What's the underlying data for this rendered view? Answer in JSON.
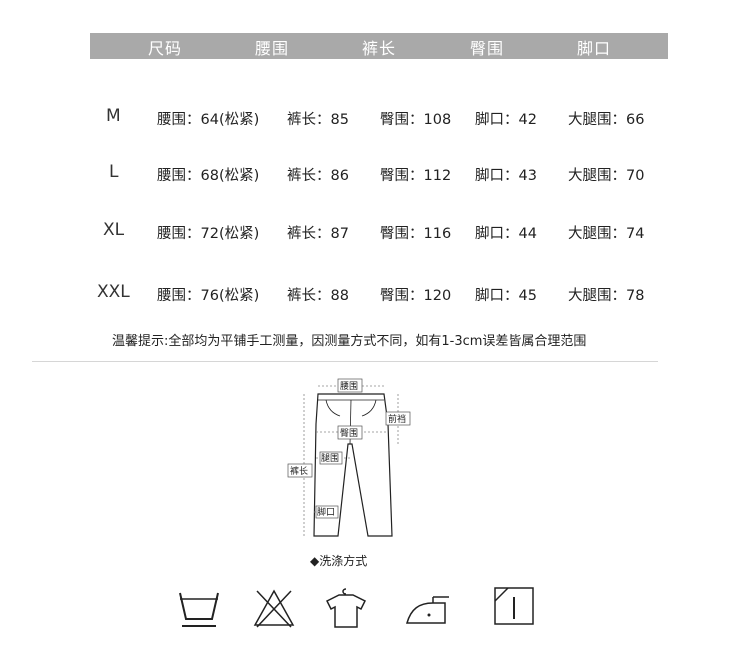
{
  "header": {
    "columns": [
      "尺码",
      "腰围",
      "裤长",
      "臀围",
      "脚口"
    ]
  },
  "rows": [
    {
      "size": "M",
      "waist": "腰围：64(松紧)",
      "length": "裤长：85",
      "hip": "臀围：108",
      "hem": "脚口：42",
      "thigh": "大腿围：66"
    },
    {
      "size": "L",
      "waist": "腰围：68(松紧)",
      "length": "裤长：86",
      "hip": "臀围：112",
      "hem": "脚口：43",
      "thigh": "大腿围：70"
    },
    {
      "size": "XL",
      "waist": "腰围：72(松紧)",
      "length": "裤长：87",
      "hip": "臀围：116",
      "hem": "脚口：44",
      "thigh": "大腿围：74"
    },
    {
      "size": "XXL",
      "waist": "腰围：76(松紧)",
      "length": "裤长：88",
      "hip": "臀围：120",
      "hem": "脚口：45",
      "thigh": "大腿围：78"
    }
  ],
  "tip": "温馨提示:全部均为平铺手工测量，因测量方式不同，如有1-3cm误差皆属合理范围",
  "diagram": {
    "labels": {
      "waist": "腰围",
      "rise": "前裆",
      "hip": "臀围",
      "thigh": "腿围",
      "length": "裤长",
      "hem": "脚口"
    }
  },
  "wash": {
    "title": "◆洗涤方式",
    "icons": [
      "hand-wash-icon",
      "do-not-bleach-icon",
      "hang-dry-icon",
      "iron-low-icon",
      "drip-dry-icon"
    ]
  }
}
